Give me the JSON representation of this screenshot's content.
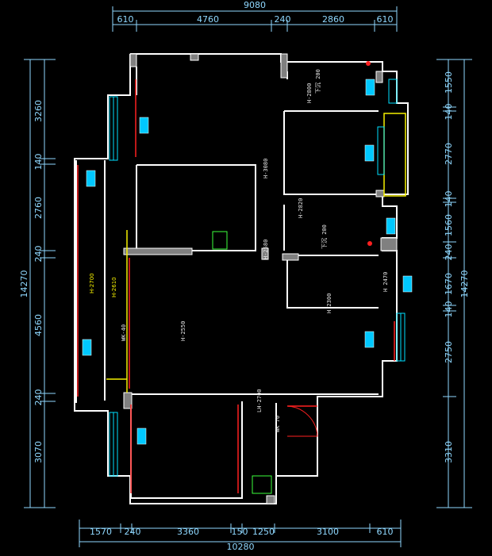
{
  "dimensions": {
    "top_total": "9080",
    "top": [
      "610",
      "4760",
      "240",
      "2860",
      "610"
    ],
    "bottom": [
      "1570",
      "240",
      "3360",
      "150",
      "1250",
      "3100",
      "610"
    ],
    "bottom_total": "10280",
    "left_total": "14270",
    "left": [
      "3260",
      "140",
      "2760",
      "240",
      "4560",
      "240",
      "3070"
    ],
    "right": [
      "1550",
      "140",
      "2770",
      "140",
      "1560",
      "240",
      "1670",
      "140",
      "2750",
      "3310"
    ],
    "right_total": "14270"
  },
  "notes": {
    "top_right_pipe": "下沉 200",
    "h2800": "H-2800",
    "h3080": "H-3080",
    "h2820": "H-2820",
    "sink_pipe": "下沉 200",
    "h2580": "H-2580",
    "h2470": "H 2470",
    "h2300": "H 2300",
    "h2550": "H-2550",
    "h2700": "H-2700",
    "h2610": "H-2610",
    "wk40": "WK-40",
    "lh2700": "LH-2700",
    "wk70": "WK 70"
  },
  "colors": {
    "background": "#000000",
    "wall": "#ffffff",
    "dimension": "#8fd8ff",
    "window": "#00e0ff",
    "accent_red": "#ff2020",
    "accent_yellow": "#f5f000"
  }
}
